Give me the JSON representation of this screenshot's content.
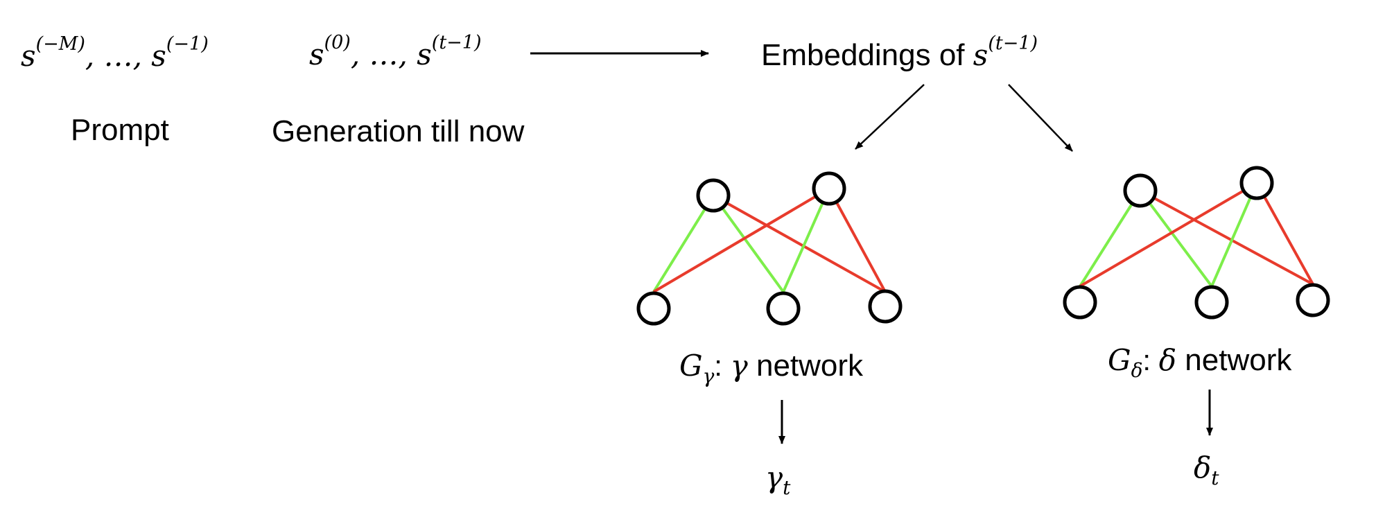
{
  "sequences": {
    "prompt_seq": "s(−M), …, s(−1)",
    "generation_seq": "s(0), …, s(t−1)"
  },
  "labels": {
    "prompt": "Prompt",
    "generation": "Generation till now",
    "embeddings": "Embeddings of s(t−1)",
    "gamma_network": "Gγ: γ network",
    "delta_network": "Gδ: δ network",
    "gamma_output": "γt",
    "delta_output": "δt"
  },
  "colors": {
    "positive_edge": "#7dee4a",
    "negative_edge": "#e83b2c",
    "node_stroke": "#000000",
    "arrow": "#000000"
  },
  "networks": [
    {
      "name": "gamma",
      "top_nodes": 2,
      "bottom_nodes": 3,
      "edges": [
        {
          "from": 0,
          "to": 0,
          "sign": "positive"
        },
        {
          "from": 0,
          "to": 1,
          "sign": "positive"
        },
        {
          "from": 0,
          "to": 2,
          "sign": "negative"
        },
        {
          "from": 1,
          "to": 0,
          "sign": "negative"
        },
        {
          "from": 1,
          "to": 1,
          "sign": "positive"
        },
        {
          "from": 1,
          "to": 2,
          "sign": "negative"
        }
      ]
    },
    {
      "name": "delta",
      "top_nodes": 2,
      "bottom_nodes": 3,
      "edges": [
        {
          "from": 0,
          "to": 0,
          "sign": "positive"
        },
        {
          "from": 0,
          "to": 1,
          "sign": "positive"
        },
        {
          "from": 0,
          "to": 2,
          "sign": "negative"
        },
        {
          "from": 1,
          "to": 0,
          "sign": "negative"
        },
        {
          "from": 1,
          "to": 1,
          "sign": "positive"
        },
        {
          "from": 1,
          "to": 2,
          "sign": "negative"
        }
      ]
    }
  ]
}
